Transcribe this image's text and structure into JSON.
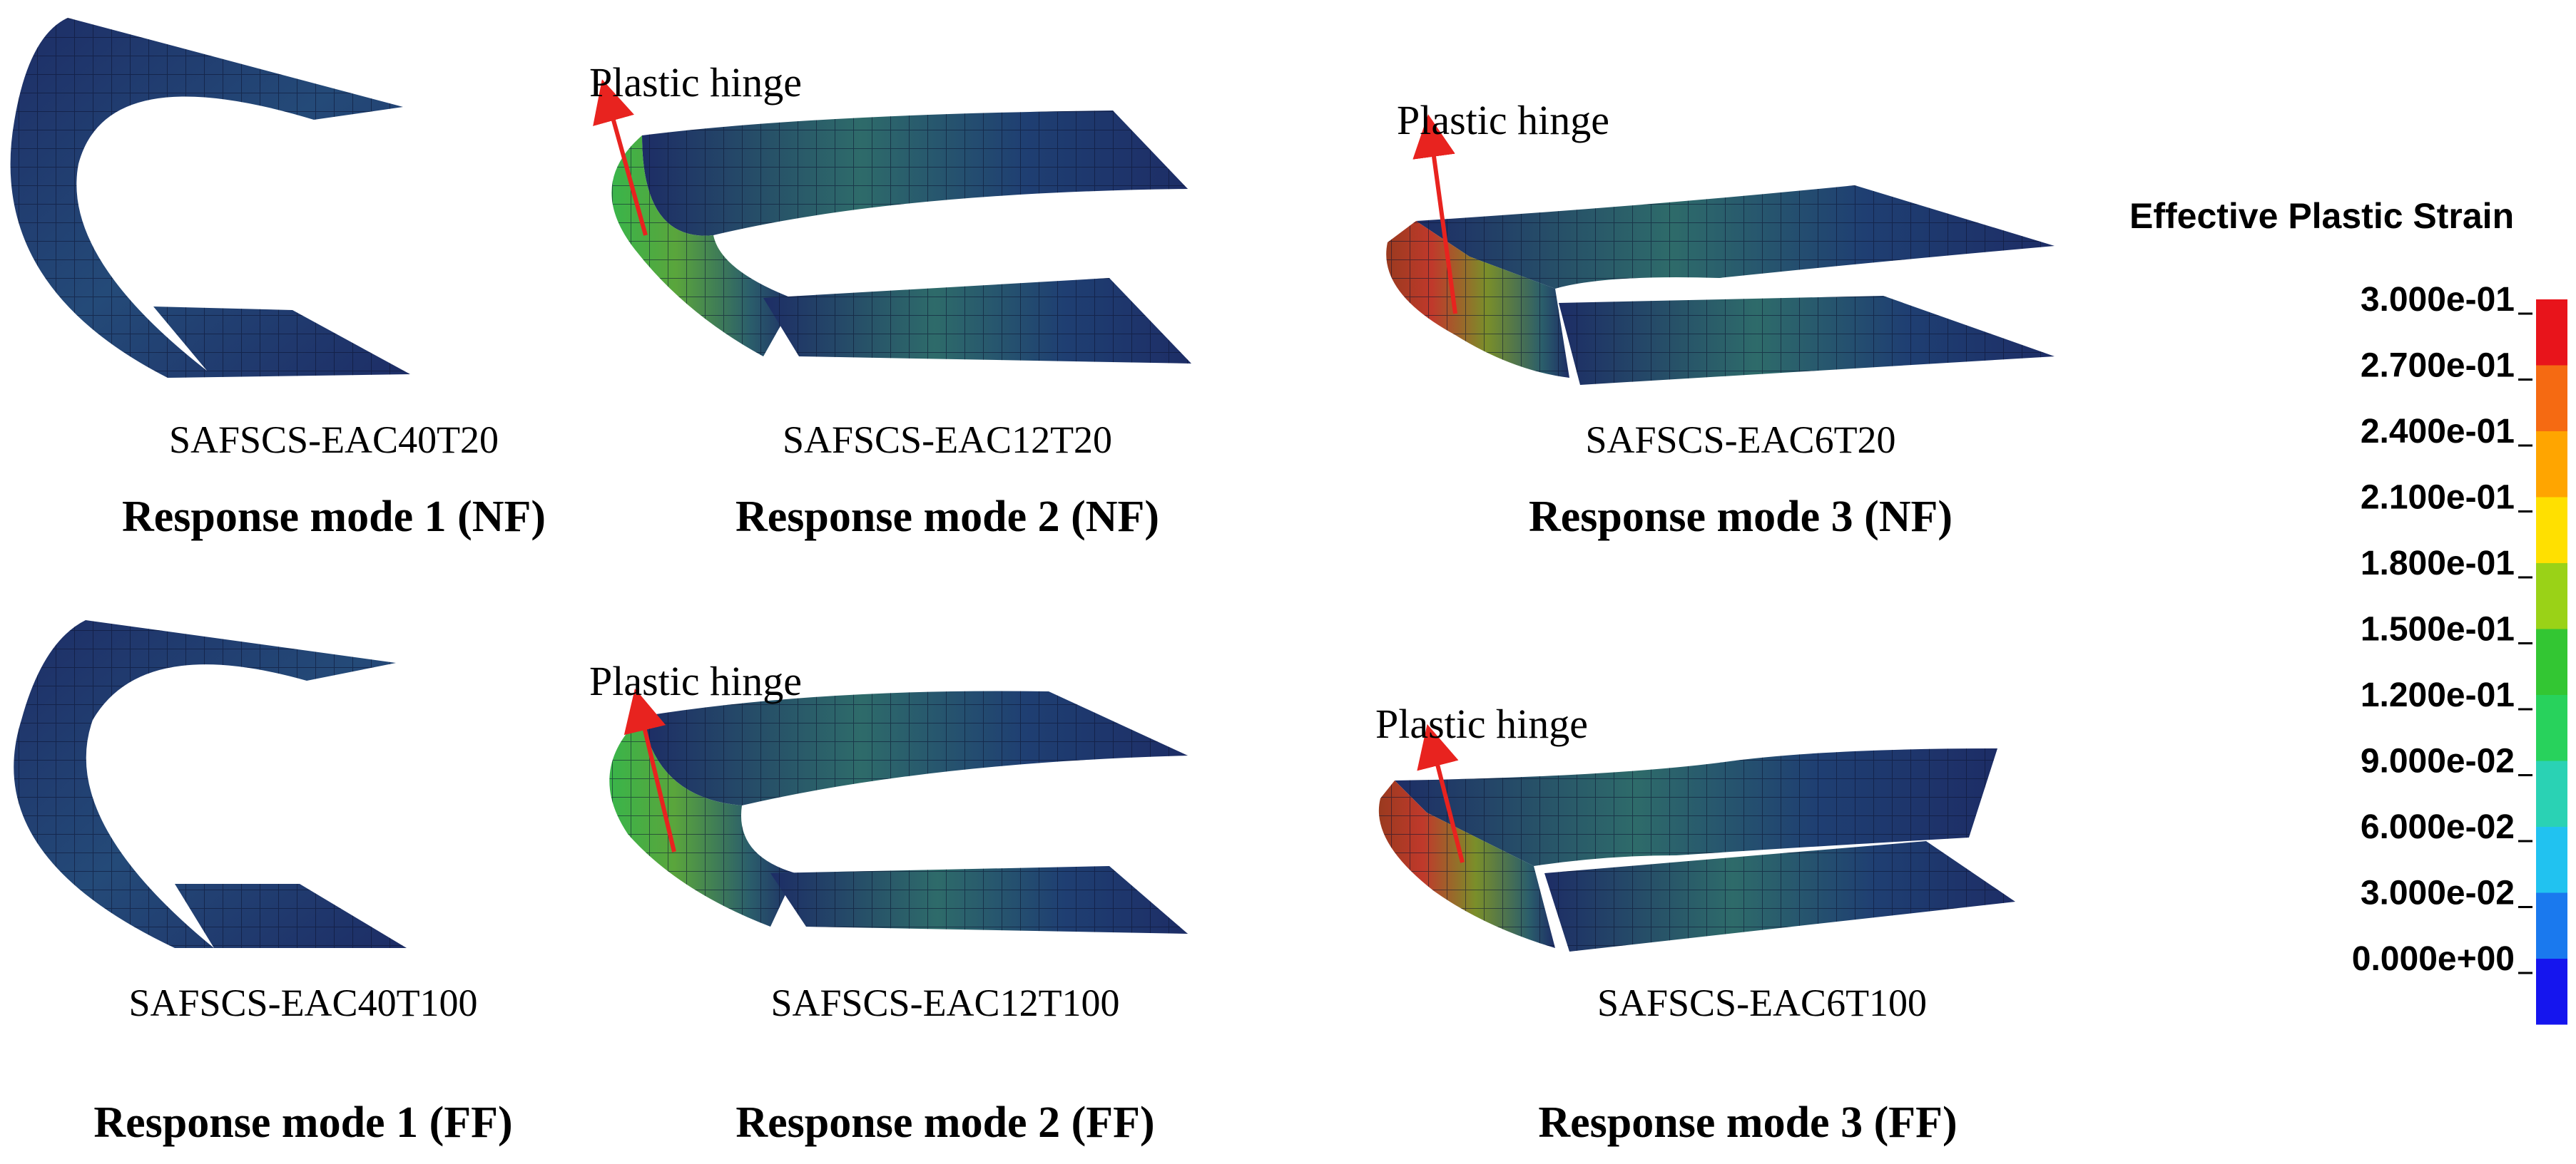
{
  "colors": {
    "shell_dark": "#1d2d66",
    "shell_mid": "#25427a",
    "mesh_line": "#0b1230",
    "arrow": "#e8231f"
  },
  "panels": [
    {
      "id": "p1",
      "specimen": "SAFSCS-EAC40T20",
      "mode": "Response mode 1 (NF)",
      "hinge": null
    },
    {
      "id": "p2",
      "specimen": "SAFSCS-EAC12T20",
      "mode": "Response mode 2 (NF)",
      "hinge": "Plastic hinge"
    },
    {
      "id": "p3",
      "specimen": "SAFSCS-EAC6T20",
      "mode": "Response mode 3 (NF)",
      "hinge": "Plastic hinge"
    },
    {
      "id": "p4",
      "specimen": "SAFSCS-EAC40T100",
      "mode": "Response mode 1 (FF)",
      "hinge": null
    },
    {
      "id": "p5",
      "specimen": "SAFSCS-EAC12T100",
      "mode": "Response mode 2 (FF)",
      "hinge": "Plastic hinge"
    },
    {
      "id": "p6",
      "specimen": "SAFSCS-EAC6T100",
      "mode": "Response mode 3 (FF)",
      "hinge": "Plastic hinge"
    }
  ],
  "legend": {
    "title": "Effective Plastic Strain",
    "labels": [
      "3.000e-01",
      "2.700e-01",
      "2.400e-01",
      "2.100e-01",
      "1.800e-01",
      "1.500e-01",
      "1.200e-01",
      "9.000e-02",
      "6.000e-02",
      "3.000e-02",
      "0.000e+00"
    ],
    "bands": [
      "#e8141b",
      "#f56a12",
      "#ffa500",
      "#ffe000",
      "#9ad217",
      "#33c633",
      "#28d25c",
      "#2ad2b4",
      "#21c2f0",
      "#1a79ee",
      "#1515ee"
    ]
  }
}
